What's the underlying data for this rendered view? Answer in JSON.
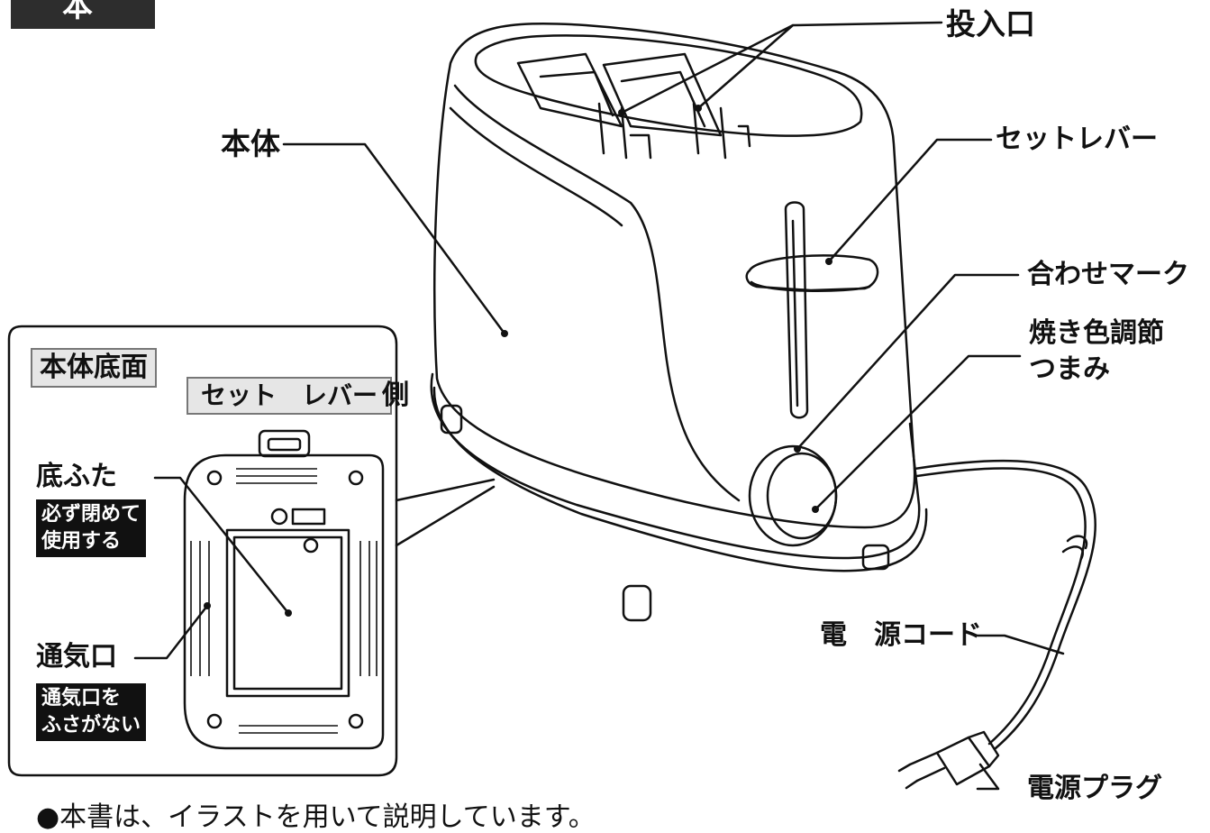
{
  "section_title": "本 体",
  "labels": {
    "body": "本体",
    "slot": "投入口",
    "set_lever": "セットレバー",
    "align_mark": "合わせマーク",
    "browning_knob_line1": "焼き色調節",
    "browning_knob_line2": "つまみ",
    "power_cord": "電　源コード",
    "power_plug": "電源プラグ"
  },
  "inset": {
    "title": "本体底面",
    "set_lever_side_box": "セット　レバー",
    "set_lever_side_suffix": "側",
    "bottom_cover": "底ふた",
    "bottom_cover_note": "必ず閉めて\n使用する",
    "vent": "通気口",
    "vent_note": "通気口を\nふさがない"
  },
  "footer_text": "●本書は、イラストを用いて説明しています。",
  "colors": {
    "line": "#111111",
    "badge_bg": "#2d2d2d",
    "box_bg": "#e6e6e6"
  }
}
